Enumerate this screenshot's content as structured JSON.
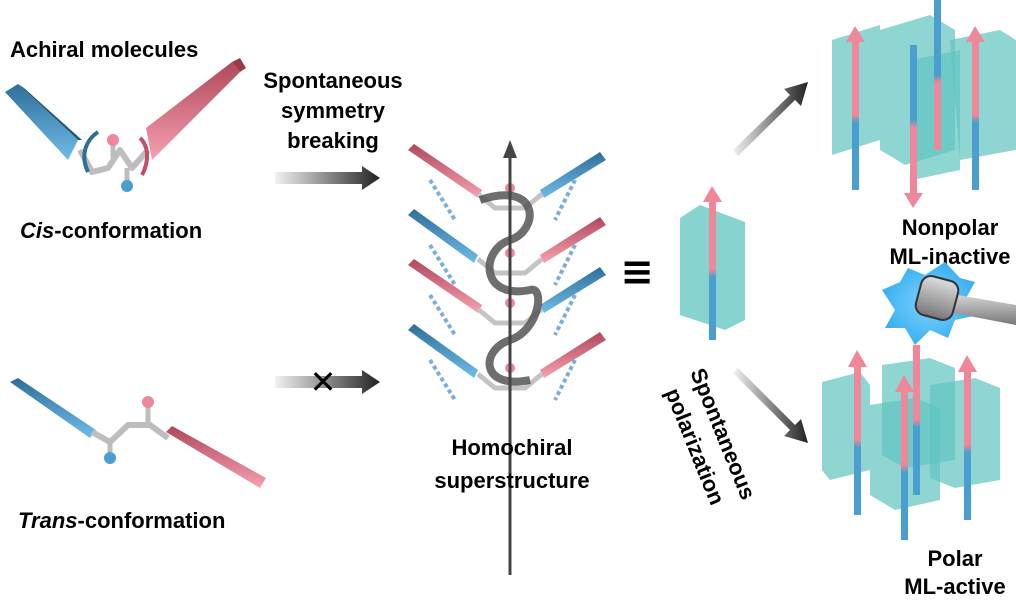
{
  "left": {
    "title": "Achiral molecules",
    "cis_prefix": "Cis",
    "cis_suffix": "-conformation",
    "trans_prefix": "Trans",
    "trans_suffix": "-conformation"
  },
  "process": {
    "line1": "Spontaneous",
    "line2": "symmetry",
    "line3": "breaking",
    "blocked_mark": "✕"
  },
  "center": {
    "line1": "Homochiral",
    "line2": "superstructure",
    "equivalence": "≡"
  },
  "right": {
    "polarization_line1": "Spontaneous",
    "polarization_line2": "polarization",
    "nonpolar_line1": "Nonpolar",
    "nonpolar_line2": "ML-inactive",
    "polar_line1": "Polar",
    "polar_line2": "ML-active"
  },
  "colors": {
    "blue": "#4a9fd0",
    "pink": "#ef8699",
    "teal": "#5fc4c0",
    "gray": "#9a9a9a"
  }
}
